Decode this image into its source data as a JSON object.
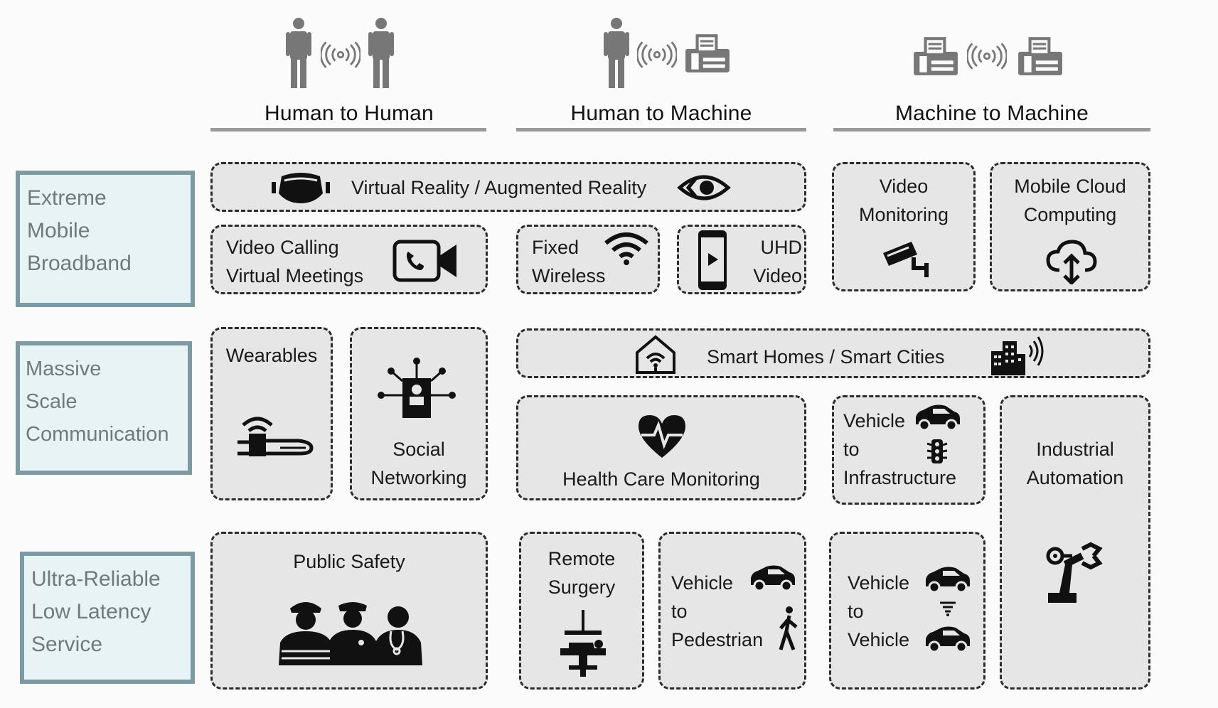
{
  "headers": {
    "h2h": "Human to Human",
    "h2m": "Human to Machine",
    "m2m": "Machine to Machine"
  },
  "categories": {
    "embb": "Extreme\nMobile\nBroadband",
    "mmtc": "Massive\nScale\nCommunication",
    "urllc": "Ultra-Reliable\nLow Latency\nService"
  },
  "boxes": {
    "vr_ar": "Virtual Reality / Augmented Reality",
    "video_calling": "Video Calling\nVirtual Meetings",
    "fixed_wireless": "Fixed\nWireless",
    "uhd_video": "UHD\nVideo",
    "video_monitoring": "Video\nMonitoring",
    "mobile_cloud": "Mobile Cloud\nComputing",
    "wearables": "Wearables",
    "social_networking": "Social\nNetworking",
    "smart_homes": "Smart Homes / Smart Cities",
    "health_care": "Health Care Monitoring",
    "v2i": "Vehicle\nto\nInfrastructure",
    "industrial": "Industrial\nAutomation",
    "public_safety": "Public Safety",
    "remote_surgery": "Remote\nSurgery",
    "v2p": "Vehicle\nto\nPedestrian",
    "v2v": "Vehicle\nto\nVehicle"
  },
  "colors": {
    "category_fill": "#e8f3f6",
    "category_border": "#7b9aa2",
    "box_fill": "#e6e6e6",
    "header_rule": "#9a9a9a"
  }
}
